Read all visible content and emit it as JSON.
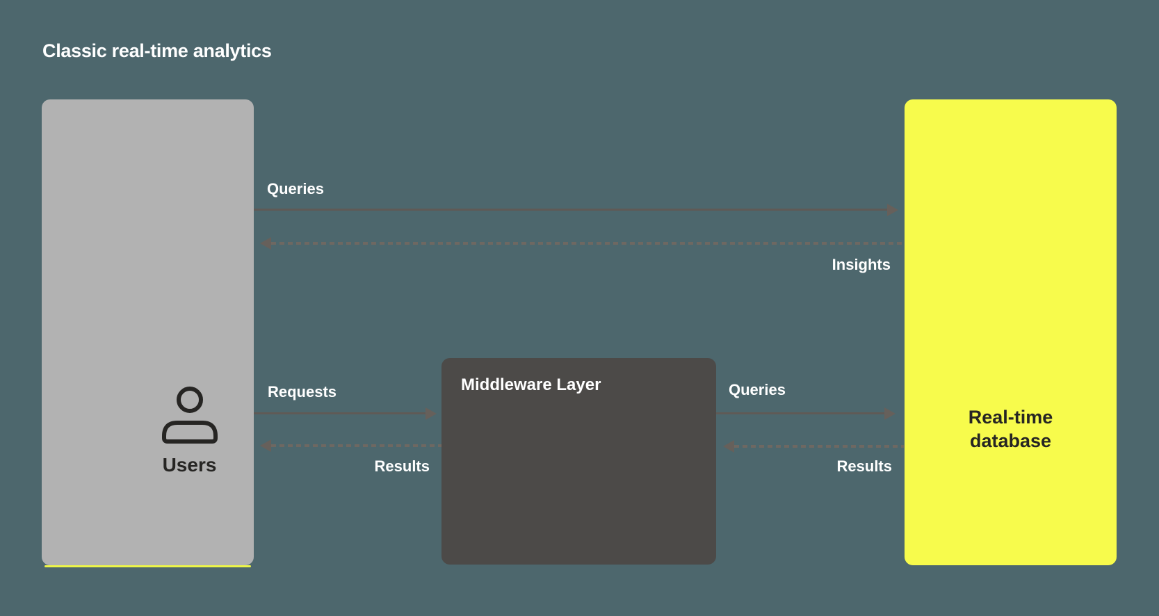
{
  "title": "Classic real-time analytics",
  "colors": {
    "background": "#4d676d",
    "users_box": "#b2b2b2",
    "middleware_box": "#4c4a48",
    "database_box": "#f7fb4c",
    "arrow": "#5f5a56",
    "arrow_dash": "#6e6862",
    "label_text": "#ffffff",
    "dark_text": "#262523",
    "users_accent_underline": "#edf548"
  },
  "nodes": {
    "users": {
      "label": "Users",
      "icon": "user-icon"
    },
    "middleware": {
      "label": "Middleware Layer"
    },
    "database": {
      "label": "Real-time database"
    }
  },
  "edges": {
    "top_queries": {
      "label": "Queries",
      "from": "users",
      "to": "database",
      "style": "solid",
      "direction": "right"
    },
    "top_insights": {
      "label": "Insights",
      "from": "database",
      "to": "users",
      "style": "dashed",
      "direction": "left"
    },
    "left_requests": {
      "label": "Requests",
      "from": "users",
      "to": "middleware",
      "style": "solid",
      "direction": "right"
    },
    "left_results": {
      "label": "Results",
      "from": "middleware",
      "to": "users",
      "style": "dashed",
      "direction": "left"
    },
    "right_queries": {
      "label": "Queries",
      "from": "middleware",
      "to": "database",
      "style": "solid",
      "direction": "right"
    },
    "right_results": {
      "label": "Results",
      "from": "database",
      "to": "middleware",
      "style": "dashed",
      "direction": "left"
    }
  }
}
